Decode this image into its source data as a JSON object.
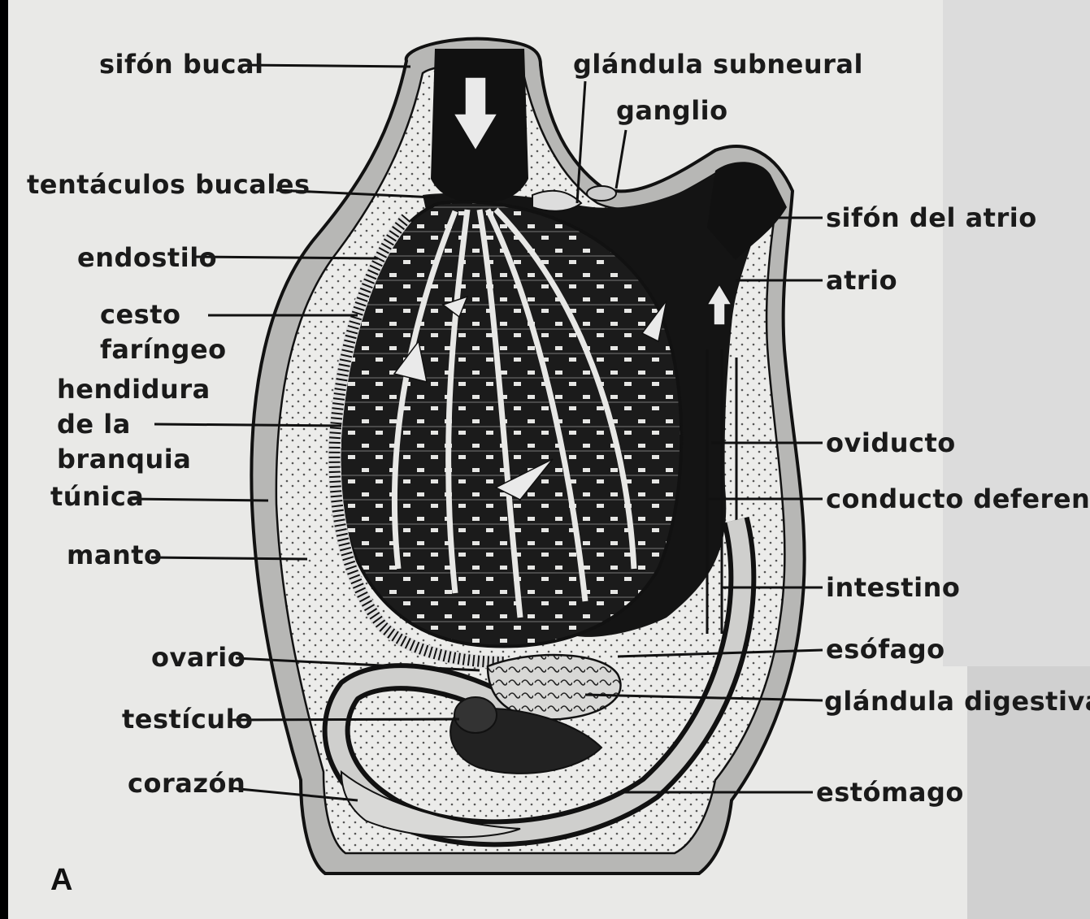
{
  "labels": {
    "sifon_bucal": "sifón bucal",
    "tentaculos_bucales": "tentáculos bucales",
    "endostilo": "endostilo",
    "cesto_1": "cesto",
    "cesto_2": "faríngeo",
    "hendidura_1": "hendidura",
    "hendidura_2": "de la",
    "hendidura_3": "branquia",
    "tunica": "túnica",
    "manto": "manto",
    "ovario": "ovario",
    "testiculo": "testículo",
    "corazon": "corazón",
    "glandula_subneural": "glándula subneural",
    "ganglio": "ganglio",
    "sifon_atrio": "sifón del atrio",
    "atrio": "atrio",
    "oviducto": "oviducto",
    "conducto_deferente": "conducto deferente",
    "intestino": "intestino",
    "esofago": "esófago",
    "glandula_digestiva": "glándula digestiva",
    "estomago": "estómago"
  },
  "panel_letter": "A"
}
